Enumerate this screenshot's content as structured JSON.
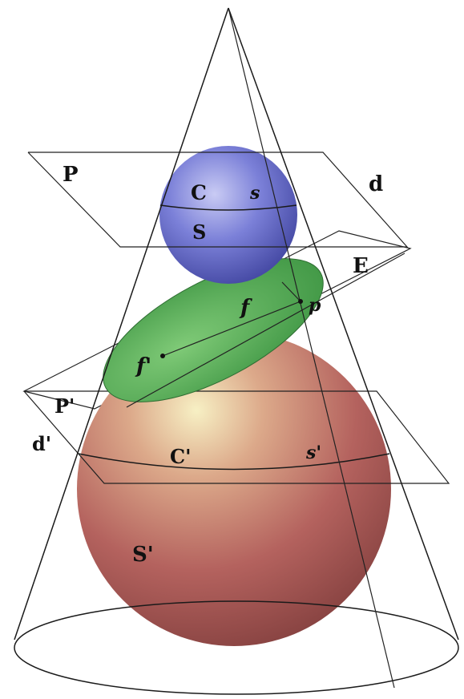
{
  "figure": {
    "labels": {
      "plane_top": "P",
      "center_top": "C",
      "point_s": "s",
      "sphere_top": "S",
      "directrix_top": "d",
      "plane_ellipse": "E",
      "focus_f": "f",
      "point_p": "p",
      "focus_f_prime": "f'",
      "plane_bottom": "P'",
      "directrix_bottom": "d'",
      "center_bottom": "C'",
      "point_s_prime": "s'",
      "sphere_bottom": "S'"
    },
    "colors": {
      "sphere_top": "#5a5fc8",
      "sphere_bottom": "#a85c5a",
      "ellipse": "#4da84f",
      "lines": "#1a1a1a",
      "background": "#ffffff"
    }
  }
}
